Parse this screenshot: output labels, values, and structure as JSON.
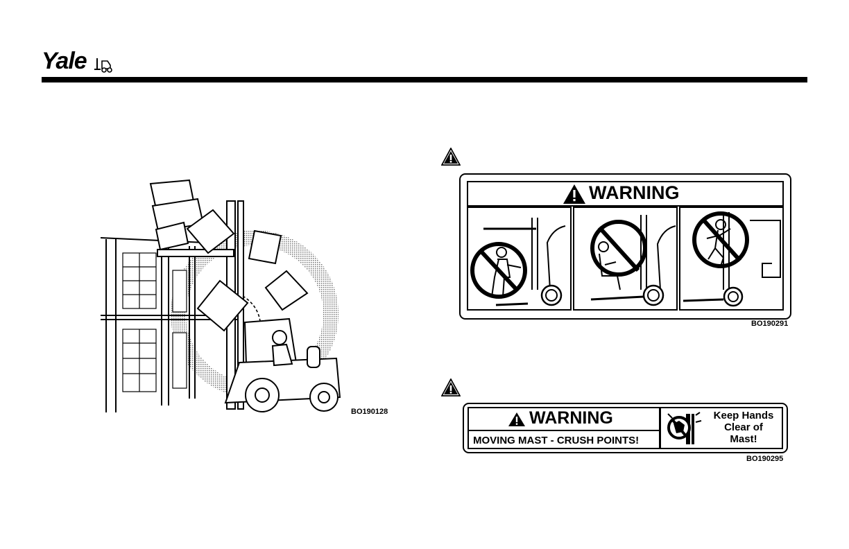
{
  "header": {
    "brand": "Yale",
    "rule_color": "#000000"
  },
  "figure_left": {
    "illustration": "forklift-falling-load-illustration",
    "code": "BO190128"
  },
  "label_top": {
    "alert_icon": "warning-triangle-icon",
    "title": "WARNING",
    "panels": [
      {
        "icon": "no-standing-under-forks-icon"
      },
      {
        "icon": "no-riding-on-forks-icon"
      },
      {
        "icon": "no-climbing-on-mast-icon"
      }
    ],
    "code": "BO190291"
  },
  "label_bottom": {
    "alert_icon": "warning-triangle-icon",
    "title": "WARNING",
    "subtitle": "MOVING MAST - CRUSH POINTS!",
    "side_icon": "hand-crush-icon",
    "side_text": [
      "Keep Hands",
      "Clear of",
      "Mast!"
    ],
    "code": "BO190295"
  }
}
